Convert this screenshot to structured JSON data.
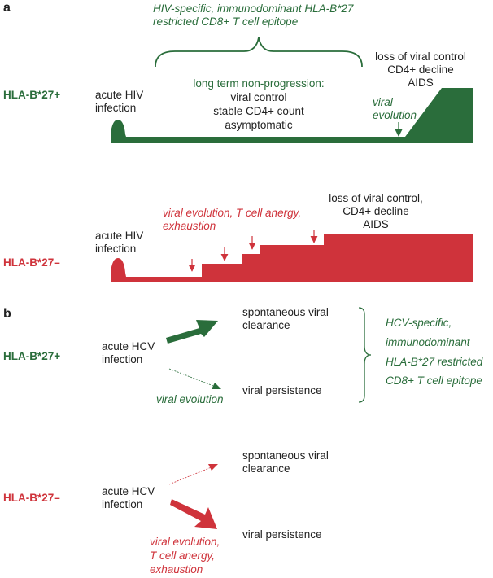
{
  "colors": {
    "green": "#2a6d3b",
    "red": "#cf333b",
    "black": "#222222"
  },
  "panel_a": {
    "label": "a",
    "positive": {
      "label": "HLA-B*27+",
      "epitope_line1": "HIV-specific, immunodominant HLA-B*27",
      "epitope_line2": "restricted CD8+ T cell epitope",
      "acute_line1": "acute HIV",
      "acute_line2": "infection",
      "ltnp_title": "long term non-progression:",
      "ltnp_line1": "viral control",
      "ltnp_line2": "stable CD4+ count",
      "ltnp_line3": "asymptomatic",
      "loss_line1": "loss of viral control",
      "loss_line2": "CD4+ decline",
      "loss_line3": "AIDS",
      "evo_line1": "viral",
      "evo_line2": "evolution"
    },
    "negative": {
      "label": "HLA-B*27–",
      "evo_line1": "viral evolution, T cell anergy,",
      "evo_line2": "exhaustion",
      "acute_line1": "acute HIV",
      "acute_line2": "infection",
      "loss_line1": "loss of viral control,",
      "loss_line2": "CD4+ decline",
      "loss_line3": "AIDS"
    }
  },
  "panel_b": {
    "label": "b",
    "positive": {
      "label": "HLA-B*27+",
      "acute_line1": "acute HCV",
      "acute_line2": "infection",
      "clear_line1": "spontaneous viral",
      "clear_line2": "clearance",
      "persist": "viral persistence",
      "evo": "viral evolution",
      "epitope_line1": "HCV-specific,",
      "epitope_line2": "immunodominant",
      "epitope_line3": "HLA-B*27 restricted",
      "epitope_line4": "CD8+ T cell epitope"
    },
    "negative": {
      "label": "HLA-B*27–",
      "acute_line1": "acute HCV",
      "acute_line2": "infection",
      "clear_line1": "spontaneous viral",
      "clear_line2": "clearance",
      "persist": "viral persistence",
      "evo_line1": "viral evolution,",
      "evo_line2": "T cell anergy,",
      "evo_line3": "exhaustion"
    }
  }
}
